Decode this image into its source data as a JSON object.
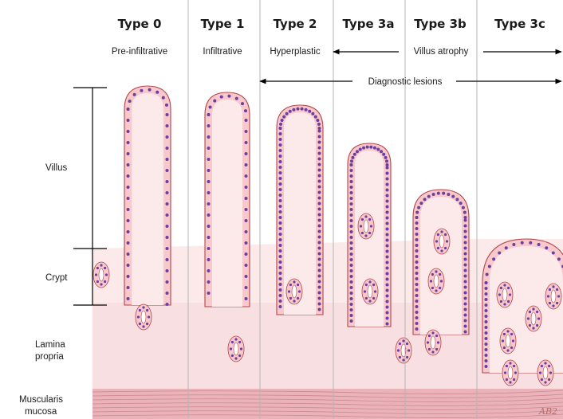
{
  "columns": [
    {
      "title": "Type 0",
      "subtitle": "Pre-infiltrative"
    },
    {
      "title": "Type 1",
      "subtitle": "Infiltrative"
    },
    {
      "title": "Type 2",
      "subtitle": "Hyperplastic"
    },
    {
      "title": "Type 3a",
      "subtitle": ""
    },
    {
      "title": "Type 3b",
      "subtitle": ""
    },
    {
      "title": "Type 3c",
      "subtitle": ""
    }
  ],
  "arrows": {
    "villus_atrophy": "Villus atrophy",
    "diagnostic_lesions": "Diagnostic lesions"
  },
  "layers": {
    "villus": "Villus",
    "crypt": "Crypt",
    "lamina_propria_line1": "Lamina",
    "lamina_propria_line2": "propria",
    "muscularis_line1": "Muscularis",
    "muscularis_line2": "mucosa"
  },
  "signature": "AB2",
  "colors": {
    "tissue": "#fce9ea",
    "epithelium": "#f7c9cc",
    "membrane": "#b4444a",
    "nucleus": "#6b3fa0",
    "muscle": "#e6a9b0",
    "divider": "#b5b5b5"
  }
}
